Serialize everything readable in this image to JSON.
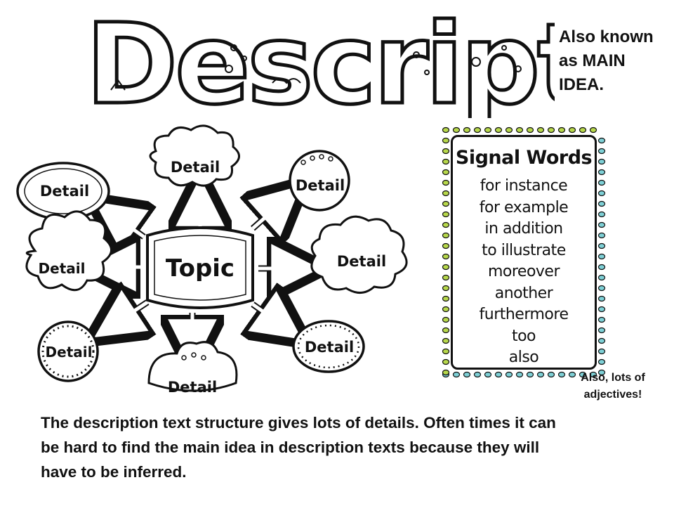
{
  "title": "Description",
  "aka": "Also known as MAIN IDEA.",
  "diagram": {
    "center": "Topic",
    "details": [
      "Detail",
      "Detail",
      "Detail",
      "Detail",
      "Detail",
      "Detail",
      "Detail",
      "Detail"
    ]
  },
  "signal_words": {
    "title": "Signal Words",
    "items": [
      "for instance",
      "for example",
      "in addition",
      "to illustrate",
      "moreover",
      "another",
      "furthermore",
      "too",
      "also"
    ]
  },
  "note": "Also, lots of adjectives!",
  "body": "The description text structure gives lots of details. Often times it can be hard to find the main idea in description texts because they will have to be inferred.",
  "colors": {
    "dot_green": "#b7d84b",
    "dot_teal": "#7ed0d6",
    "ink": "#111111"
  }
}
